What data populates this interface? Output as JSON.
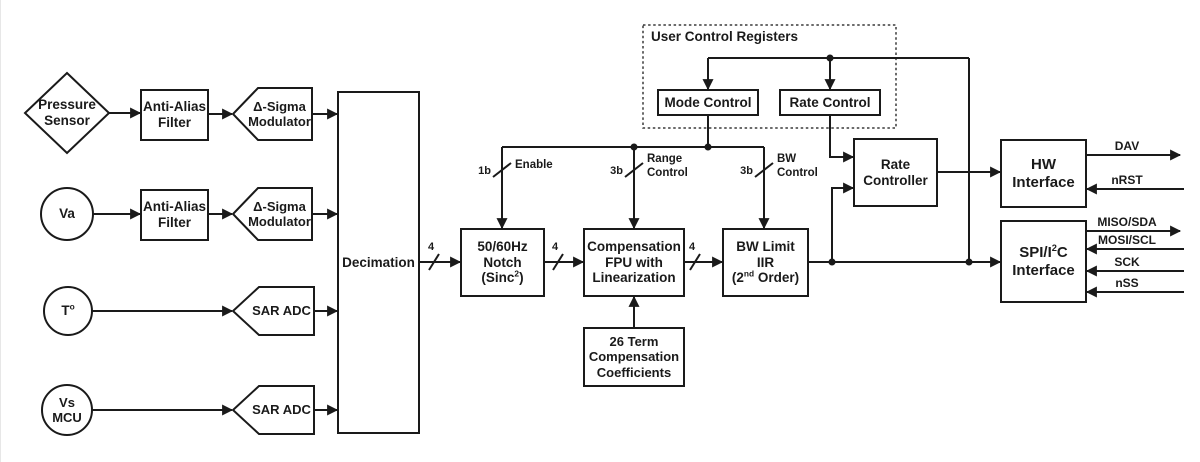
{
  "colors": {
    "line": "#1a1a1a",
    "background": "#ffffff"
  },
  "sources": {
    "pressure_sensor": "Pressure\nSensor",
    "va": "Va",
    "temp_base": "T",
    "temp_sup": "o",
    "vs_mcu": "Vs\nMCU"
  },
  "analog_chain": {
    "anti_alias_filter_1": "Anti-Alias\nFilter",
    "anti_alias_filter_2": "Anti-Alias\nFilter",
    "delta_sigma_modulator_1": "Δ-Sigma\nModulator",
    "delta_sigma_modulator_2": "Δ-Sigma\nModulator",
    "sar_adc_1": "SAR ADC",
    "sar_adc_2": "SAR ADC",
    "decimation": "Decimation"
  },
  "dsp_chain": {
    "notch_main": "50/60Hz\nNotch",
    "notch_paren_pre": "(Sinc",
    "notch_sup": "2",
    "notch_paren_post": ")",
    "fpu": "Compensation\nFPU with\nLinearization",
    "iir_main": "BW Limit\nIIR",
    "iir_paren_pre": "(2",
    "iir_sup": "nd",
    "iir_paren_post": " Order)",
    "coefficients": "26 Term\nCompensation\nCoefficients"
  },
  "control": {
    "user_control_registers": "User Control Registers",
    "mode_control": "Mode Control",
    "rate_control": "Rate Control",
    "rate_controller": "Rate\nController"
  },
  "interfaces": {
    "hw_interface": "HW\nInterface",
    "spi_pre": "SPI/I",
    "spi_sup": "2",
    "spi_post": "C",
    "spi_line2": "Interface"
  },
  "buses": {
    "width4_a": "4",
    "width4_b": "4",
    "width4_c": "4",
    "enable_width": "1b",
    "enable_name": "Enable",
    "range_width": "3b",
    "range_name": "Range\nControl",
    "bw_width": "3b",
    "bw_name": "BW\nControl"
  },
  "signals": {
    "dav": "DAV",
    "nrst": "nRST",
    "miso_sda": "MISO/SDA",
    "mosi_scl": "MOSI/SCL",
    "sck": "SCK",
    "nss": "nSS"
  }
}
